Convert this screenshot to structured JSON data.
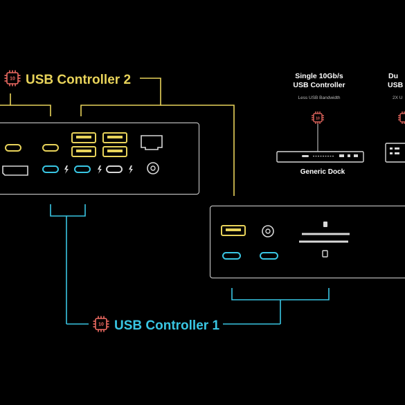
{
  "controller2": {
    "label": "USB Controller 2",
    "color": "#e8d35a"
  },
  "controller1": {
    "label": "USB Controller 1",
    "color": "#39c6e3"
  },
  "chip_color": "#f06b63",
  "generic": {
    "title_line1": "Single 10Gb/s",
    "title_line2": "USB Controller",
    "note": "Less USB Bandwidth",
    "dock_name": "Generic Dock"
  },
  "dual": {
    "title_line1": "Du",
    "title_line2": "USB",
    "note": "2X U"
  }
}
